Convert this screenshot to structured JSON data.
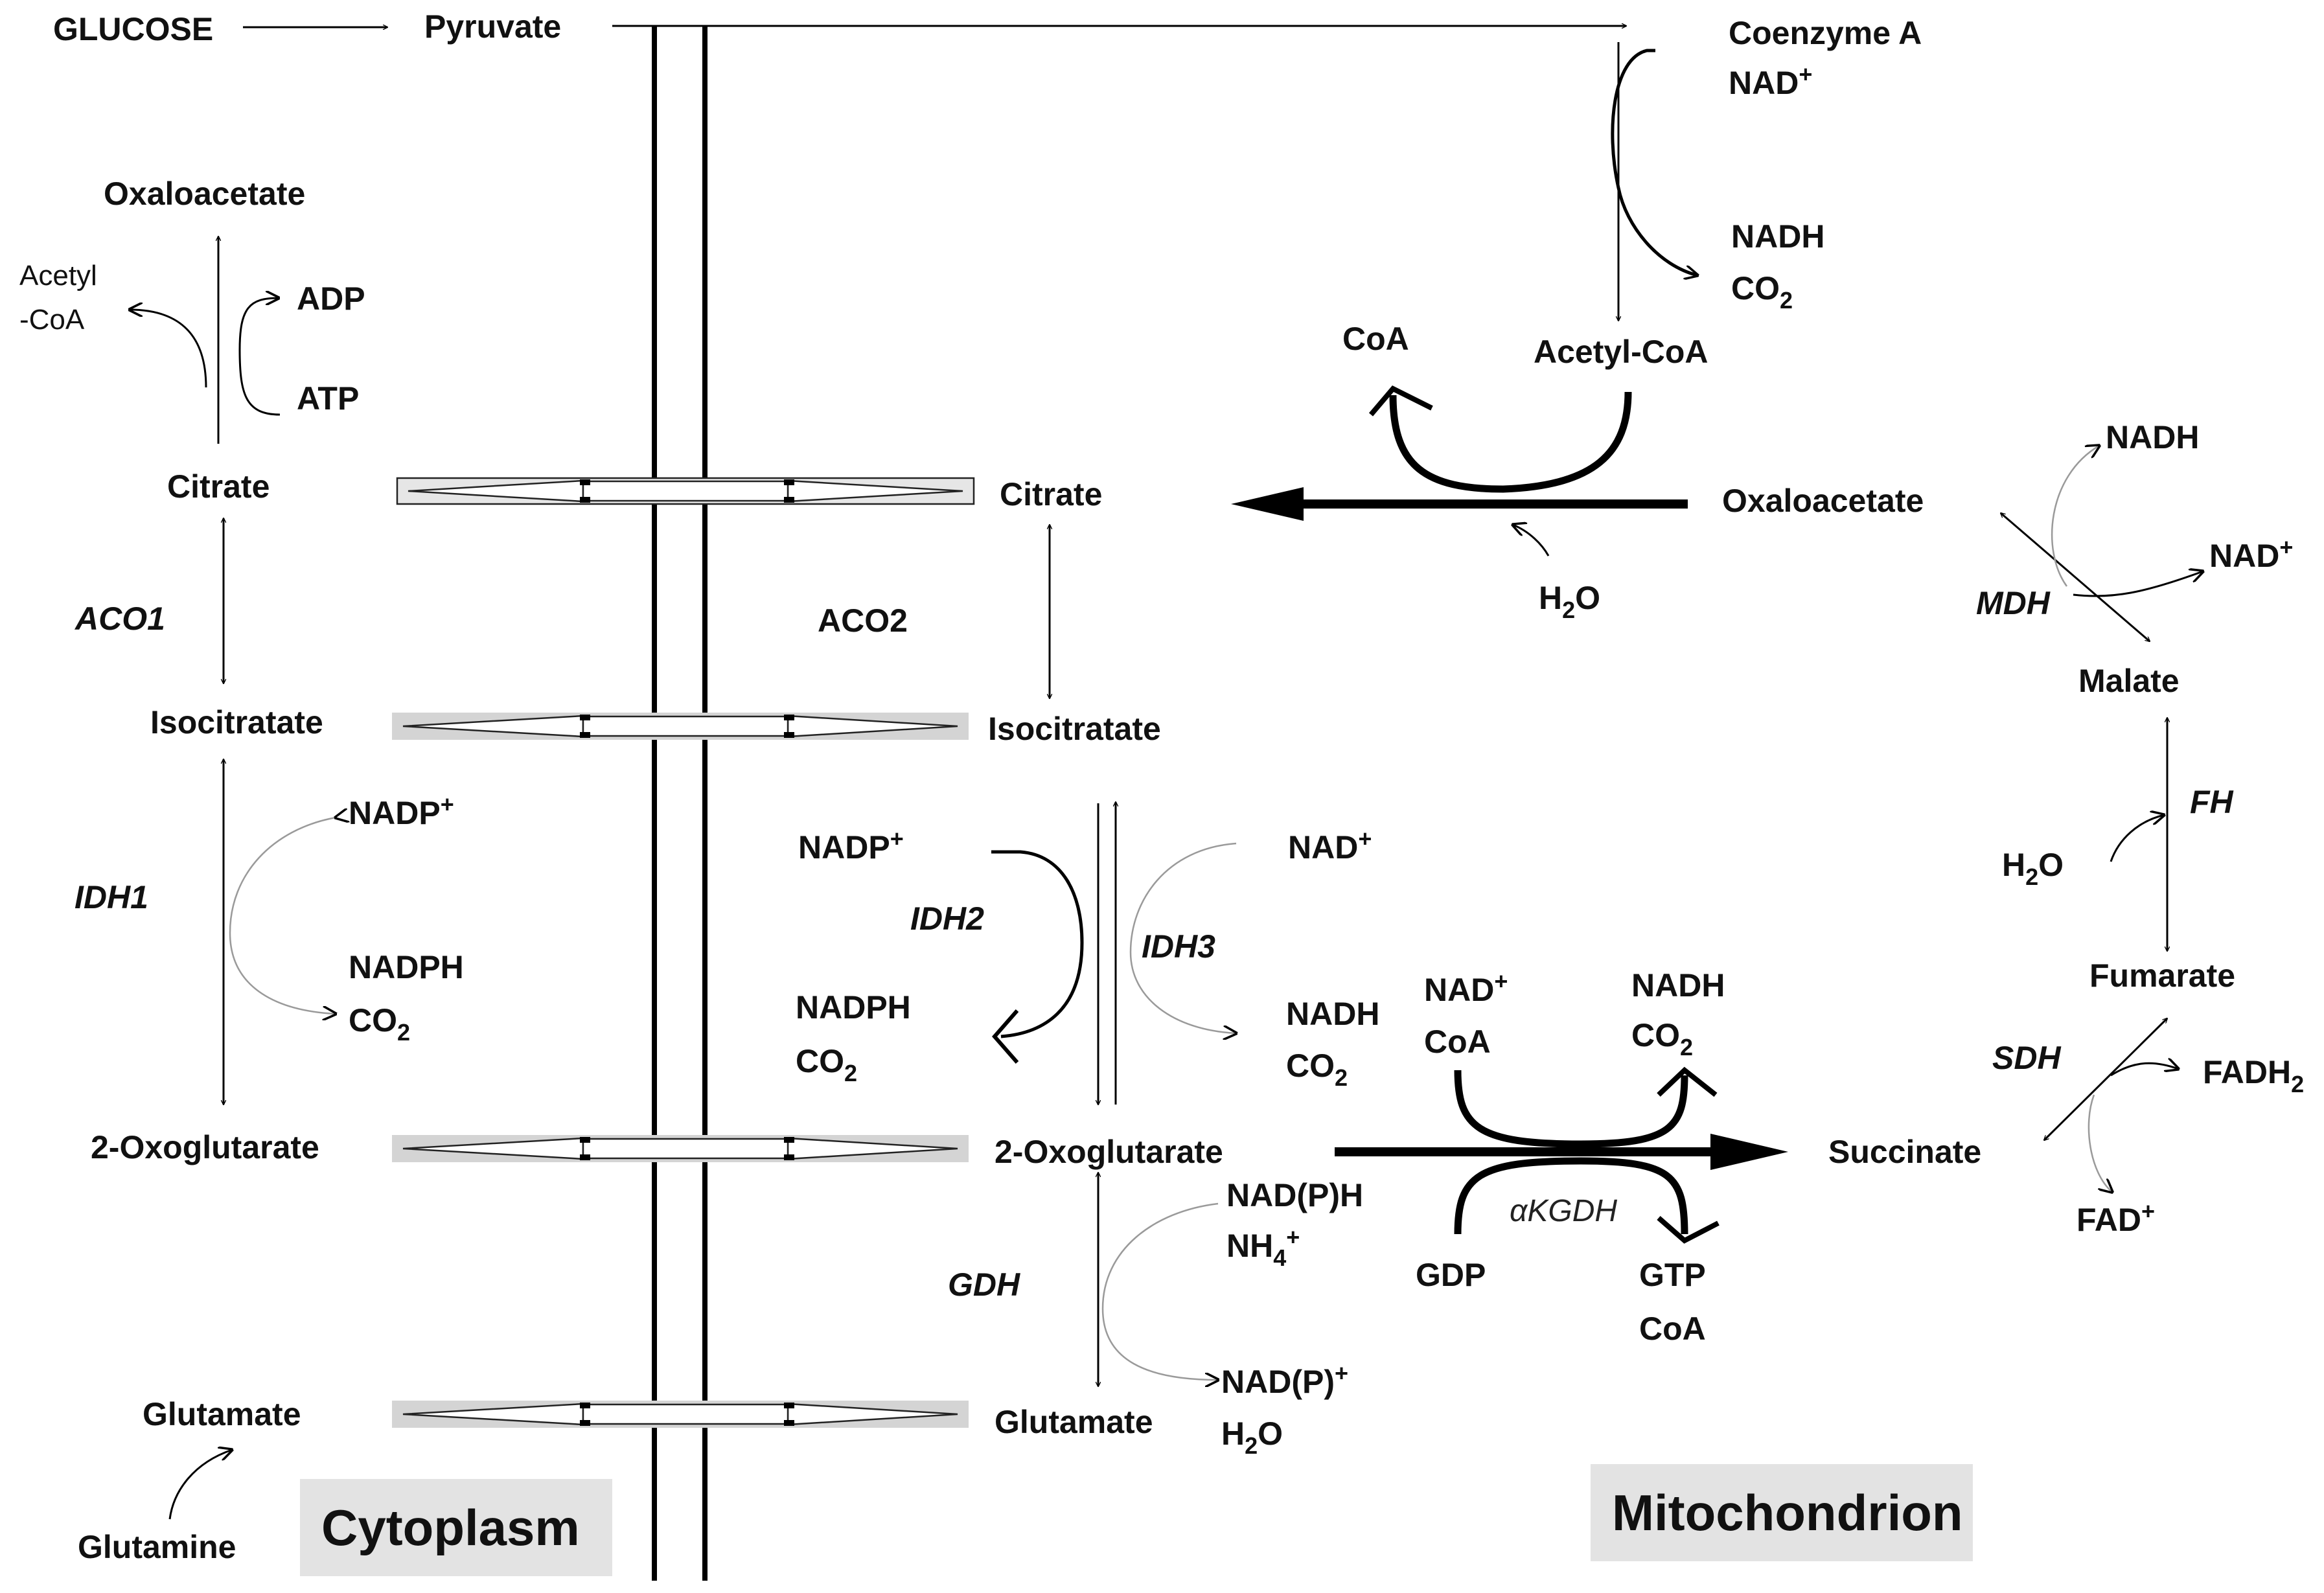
{
  "cytoplasm": {
    "glucose": "GLUCOSE",
    "pyruvate": "Pyruvate",
    "oxaloacetate": "Oxaloacetate",
    "acetyl_coa_1": "Acetyl",
    "acetyl_coa_2": "-CoA",
    "adp": "ADP",
    "atp": "ATP",
    "citrate": "Citrate",
    "aco1": "ACO1",
    "isocitrate": "Isocitratate",
    "idh1": "IDH1",
    "nadp_plus": "NADP",
    "nadph": "NADPH",
    "co2": "CO",
    "oxoglutarate": "2-Oxoglutarate",
    "glutamate": "Glutamate",
    "glutamine": "Glutamine",
    "compartment_label": "Cytoplasm"
  },
  "mito": {
    "coenzyme_a": "Coenzyme A",
    "nad_plus": "NAD",
    "nadh": "NADH",
    "co2": "CO",
    "acetyl_coa": "Acetyl-CoA",
    "coa": "CoA",
    "oxaloacetate": "Oxaloacetate",
    "h2o": "H",
    "citrate": "Citrate",
    "aco2": "ACO2",
    "isocitrate": "Isocitratate",
    "nadp_plus": "NADP",
    "idh2": "IDH2",
    "nadph": "NADPH",
    "idh3": "IDH3",
    "nad_plus_idh3": "NAD",
    "nadh_idh3": "NADH",
    "oxoglutarate": "2-Oxoglutarate",
    "nadph_gdh": "NAD(P)H",
    "nh4": "NH",
    "gdh": "GDH",
    "nadp_gdh": "NAD(P)",
    "h2o_gdh": "H",
    "glutamate": "Glutamate",
    "nad_plus_kgdh": "NAD",
    "coa_kgdh": "CoA",
    "nadh_kgdh": "NADH",
    "co2_kgdh": "CO",
    "akgdh": "αKGDH",
    "gdp": "GDP",
    "gtp": "GTP",
    "coa_out": "CoA",
    "succinate": "Succinate",
    "sdh": "SDH",
    "fadh2": "FADH",
    "fad_plus": "FAD",
    "fumarate": "Fumarate",
    "fh": "FH",
    "h2o_fh": "H",
    "malate": "Malate",
    "mdh": "MDH",
    "nadh_mdh": "NADH",
    "nad_plus_mdh": "NAD",
    "compartment_label": "Mitochondrion"
  },
  "glyphs": {
    "plus": "+",
    "two": "2",
    "four": "4",
    "o": "O"
  }
}
